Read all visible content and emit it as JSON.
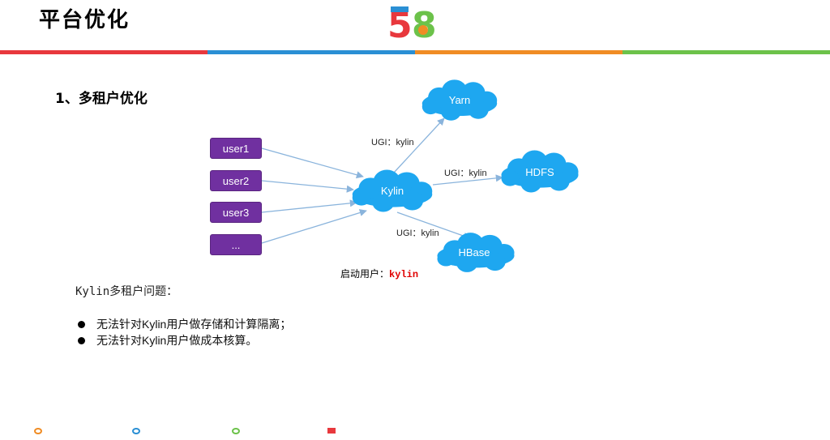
{
  "header": {
    "title": "平台优化",
    "logo_text": "58",
    "bar_colors": [
      "#e8383d",
      "#2a8fd4",
      "#f08c24",
      "#6cc24a"
    ]
  },
  "section": {
    "title": "1、多租户优化"
  },
  "diagram": {
    "users": [
      "user1",
      "user2",
      "user3",
      "..."
    ],
    "hub": "Kylin",
    "targets": [
      "Yarn",
      "HDFS",
      "HBase"
    ],
    "ugi_labels": [
      "UGI：kylin",
      "UGI：kylin",
      "UGI：kylin"
    ],
    "start_user_label": "启动用户：",
    "start_user_value": "kylin",
    "user_color": "#7030a0",
    "cloud_color": "#1ea7f0"
  },
  "problem": {
    "title": "Kylin多租户问题：",
    "bullets": [
      "无法针对Kylin用户做存储和计算隔离；",
      "无法针对Kylin用户做成本核算。"
    ]
  },
  "footer_marks": [
    "#f08c24",
    "#2a8fd4",
    "#6cc24a",
    "#e8383d"
  ]
}
